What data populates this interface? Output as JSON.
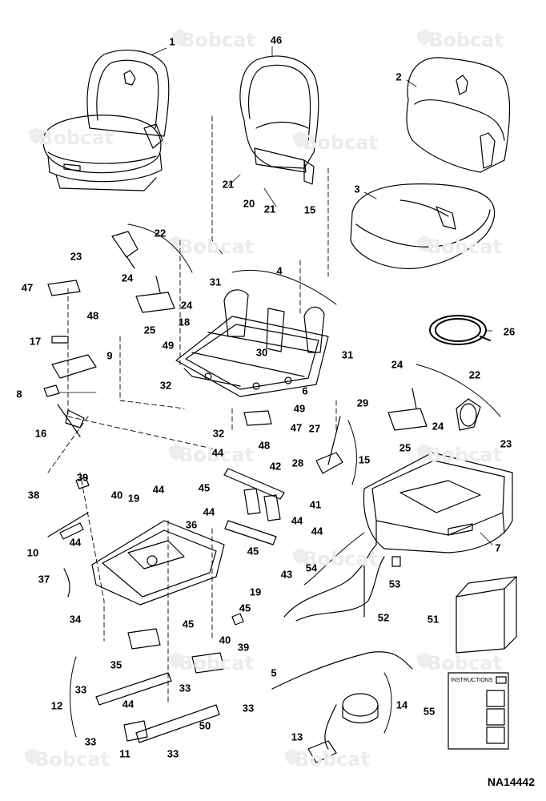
{
  "figure_id": "NA14442",
  "watermark_text": "Bobcat",
  "instructions_label": "INSTRUCTIONS",
  "callouts": [
    "1",
    "2",
    "3",
    "4",
    "5",
    "6",
    "7",
    "8",
    "9",
    "10",
    "11",
    "12",
    "13",
    "14",
    "15",
    "15",
    "16",
    "17",
    "18",
    "19",
    "19",
    "20",
    "21",
    "21",
    "22",
    "22",
    "23",
    "23",
    "24",
    "24",
    "24",
    "24",
    "25",
    "25",
    "26",
    "27",
    "28",
    "29",
    "30",
    "31",
    "31",
    "32",
    "32",
    "33",
    "33",
    "33",
    "33",
    "33",
    "34",
    "35",
    "36",
    "37",
    "38",
    "39",
    "39",
    "40",
    "40",
    "41",
    "42",
    "43",
    "44",
    "44",
    "44",
    "44",
    "44",
    "44",
    "44",
    "45",
    "45",
    "45",
    "45",
    "46",
    "47",
    "47",
    "48",
    "48",
    "49",
    "49",
    "50",
    "51",
    "52",
    "53",
    "54",
    "55"
  ],
  "colors": {
    "line": "#000000",
    "watermark": "#e8e8e8"
  }
}
